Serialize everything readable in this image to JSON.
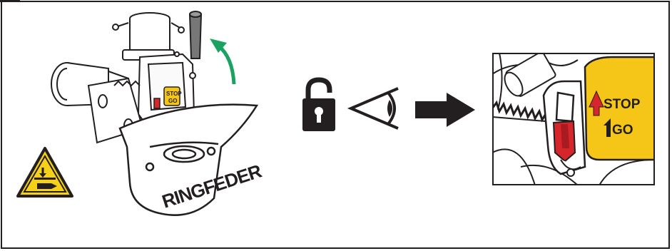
{
  "brand": {
    "name": "RINGFEDER"
  },
  "indicator": {
    "stop_label": "STOP",
    "go_label": "GO"
  },
  "colors": {
    "outline": "#231f20",
    "arrow_green": "#1aa260",
    "warning_yellow": "#f7d117",
    "indicator_yellow": "#f5c518",
    "indicator_red": "#d7262b"
  },
  "icons": {
    "warning": "hand-crush-warning-icon",
    "lock": "unlocked-padlock-icon",
    "eye": "eye-icon",
    "arrow": "right-arrow-icon",
    "lift": "curved-up-arrow-icon"
  }
}
